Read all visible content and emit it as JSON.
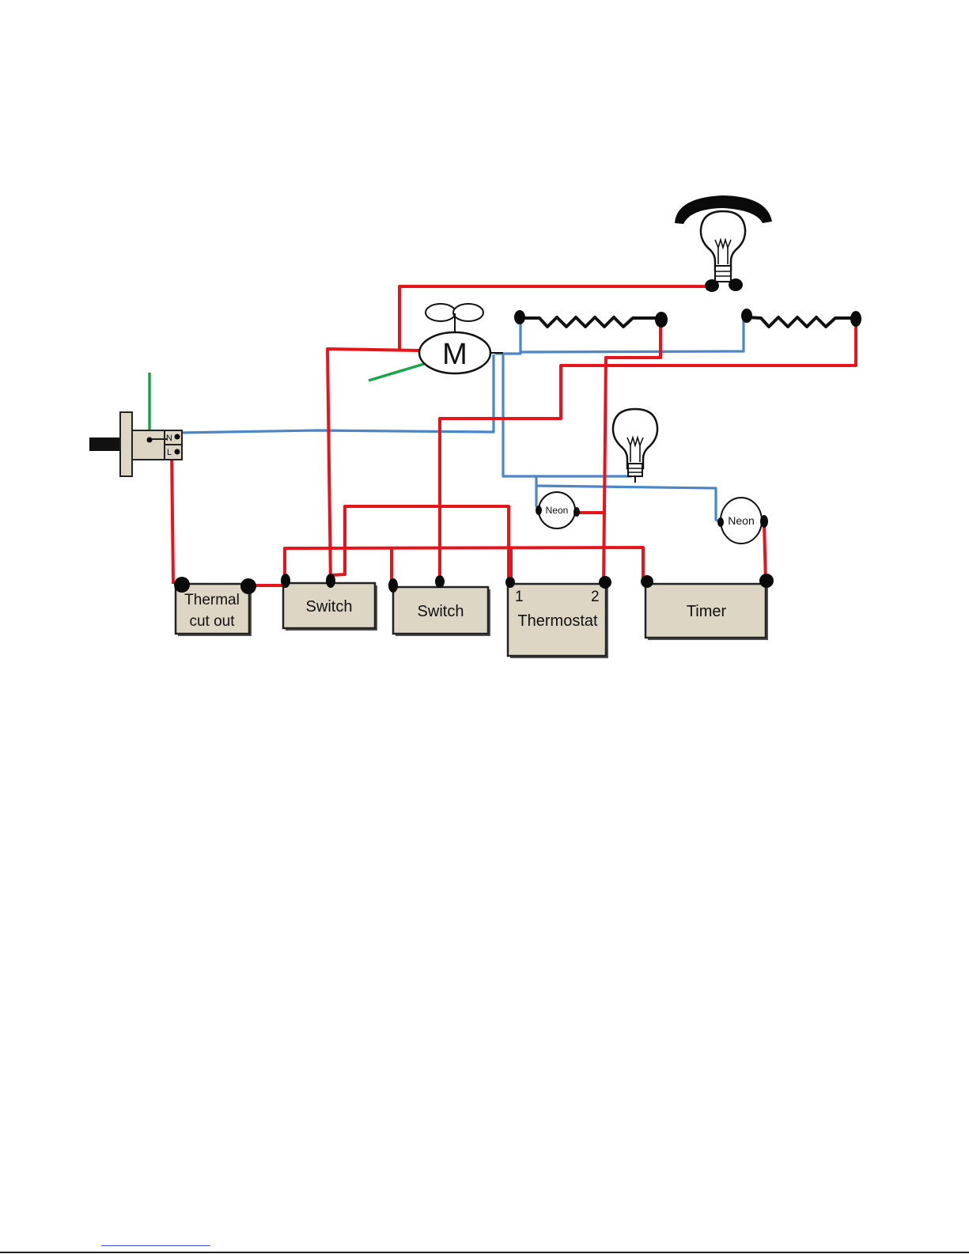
{
  "colors": {
    "live_wire": "#e8141b",
    "neutral_wire": "#4a86c8",
    "earth_wire": "#15a84a",
    "component_fill": "#ddd6c4"
  },
  "connector": {
    "neutral_label": "N",
    "live_label": "L"
  },
  "motor": {
    "label": "M"
  },
  "components": {
    "thermal_cutout": {
      "line1": "Thermal",
      "line2": "cut out"
    },
    "switch_1": {
      "label": "Switch"
    },
    "switch_2": {
      "label": "Switch"
    },
    "thermostat": {
      "label": "Thermostat",
      "terminal_1": "1",
      "terminal_2": "2"
    },
    "timer": {
      "label": "Timer"
    }
  },
  "neon_lamps": {
    "neon_1": "Neon",
    "neon_2": "Neon"
  }
}
